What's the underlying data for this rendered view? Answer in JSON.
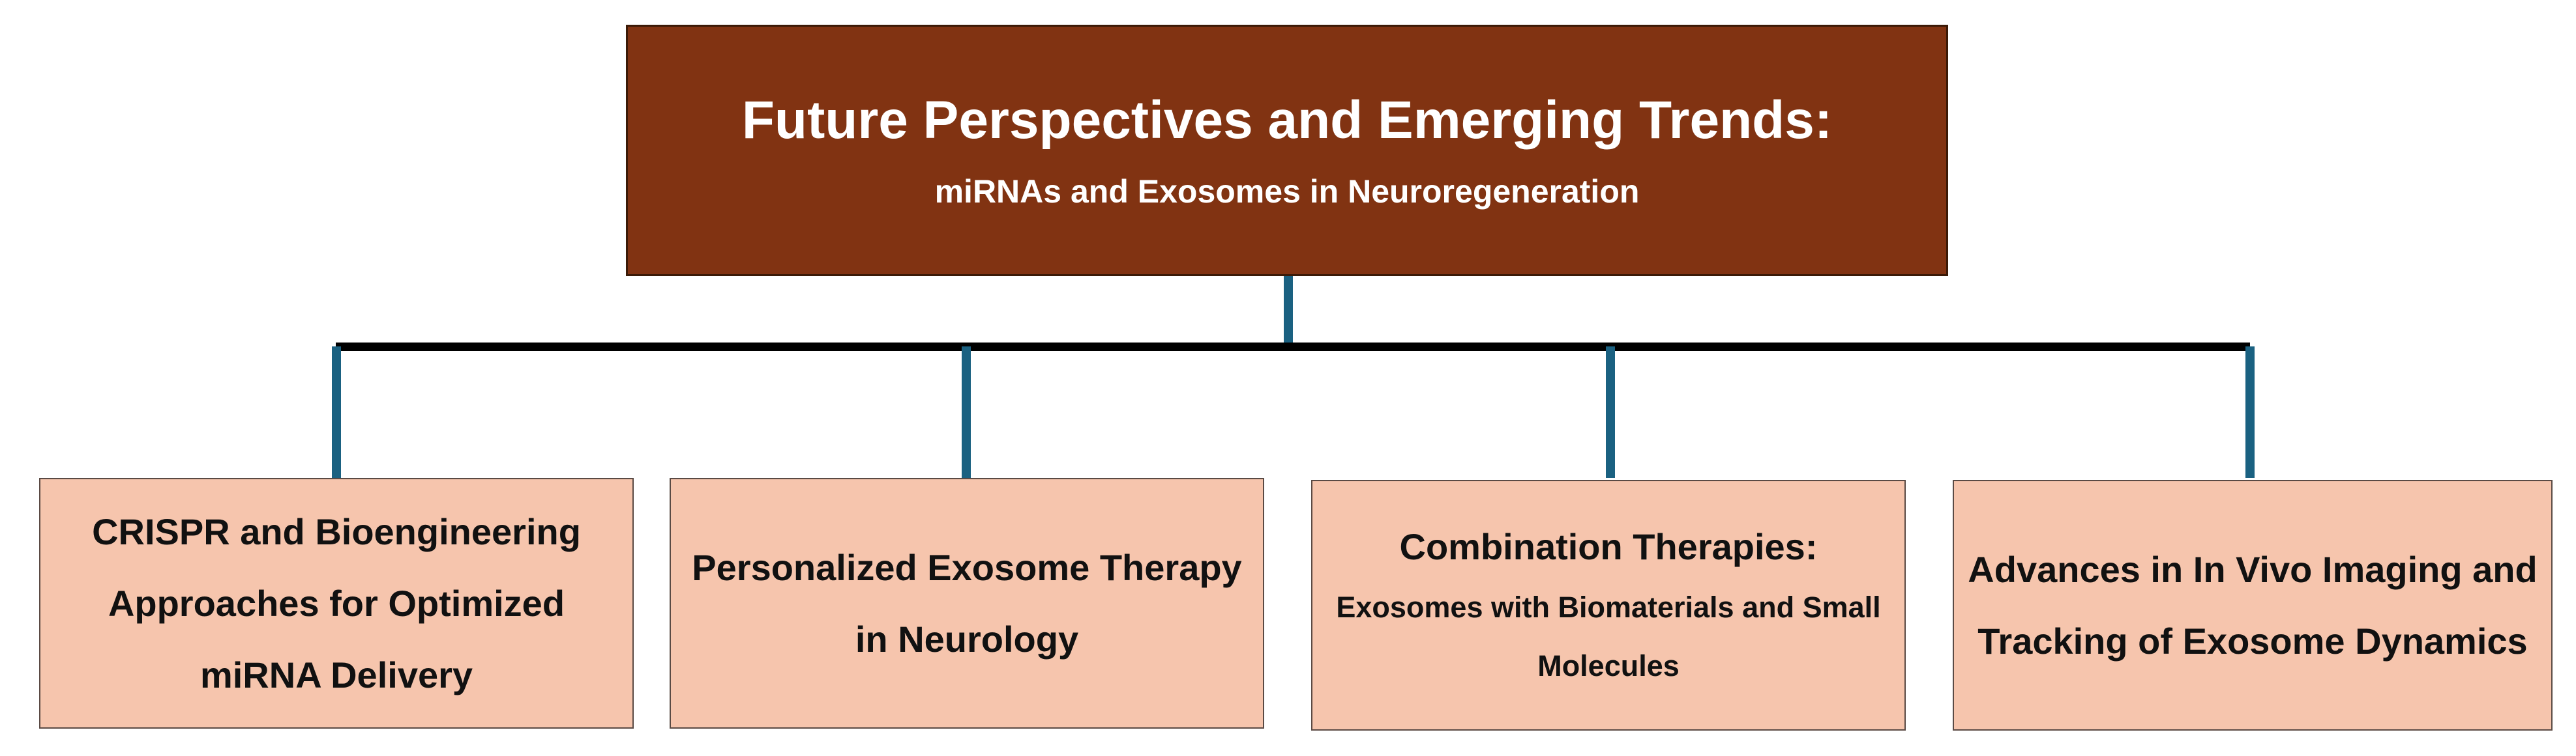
{
  "colors": {
    "title_fill": "#813312",
    "node_fill": "#f6c5ad",
    "connector": "#1a6181",
    "bus": "#000000"
  },
  "root": {
    "title": "Future Perspectives and Emerging Trends:",
    "subtitle": "miRNAs and Exosomes in Neuroregeneration"
  },
  "children": [
    {
      "lines": [
        "CRISPR and Bioengineering",
        "Approaches for Optimized",
        "miRNA Delivery"
      ],
      "sub_lines": []
    },
    {
      "lines": [
        "Personalized Exosome Therapy",
        "in Neurology"
      ],
      "sub_lines": []
    },
    {
      "lines": [
        "Combination Therapies:"
      ],
      "sub_lines": [
        "Exosomes with Biomaterials and Small",
        "Molecules"
      ]
    },
    {
      "lines": [
        "Advances in In Vivo Imaging and",
        "Tracking of Exosome Dynamics"
      ],
      "sub_lines": []
    }
  ]
}
